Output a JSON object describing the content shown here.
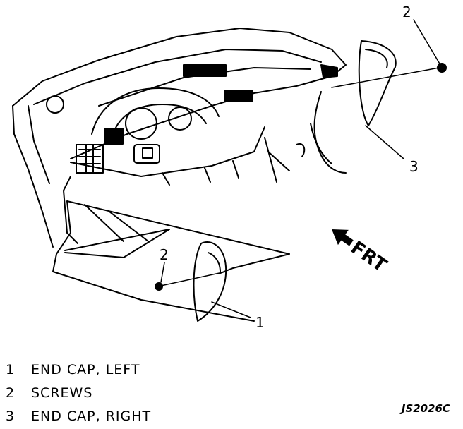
{
  "callouts": {
    "c1": "1",
    "c2_top": "2",
    "c2_bottom": "2",
    "c3": "3"
  },
  "front_label": "FRT",
  "legend": [
    {
      "num": "1",
      "text": "END CAP, LEFT"
    },
    {
      "num": "2",
      "text": "SCREWS"
    },
    {
      "num": "3",
      "text": "END CAP, RIGHT"
    }
  ],
  "figure_code": "JS2026C"
}
